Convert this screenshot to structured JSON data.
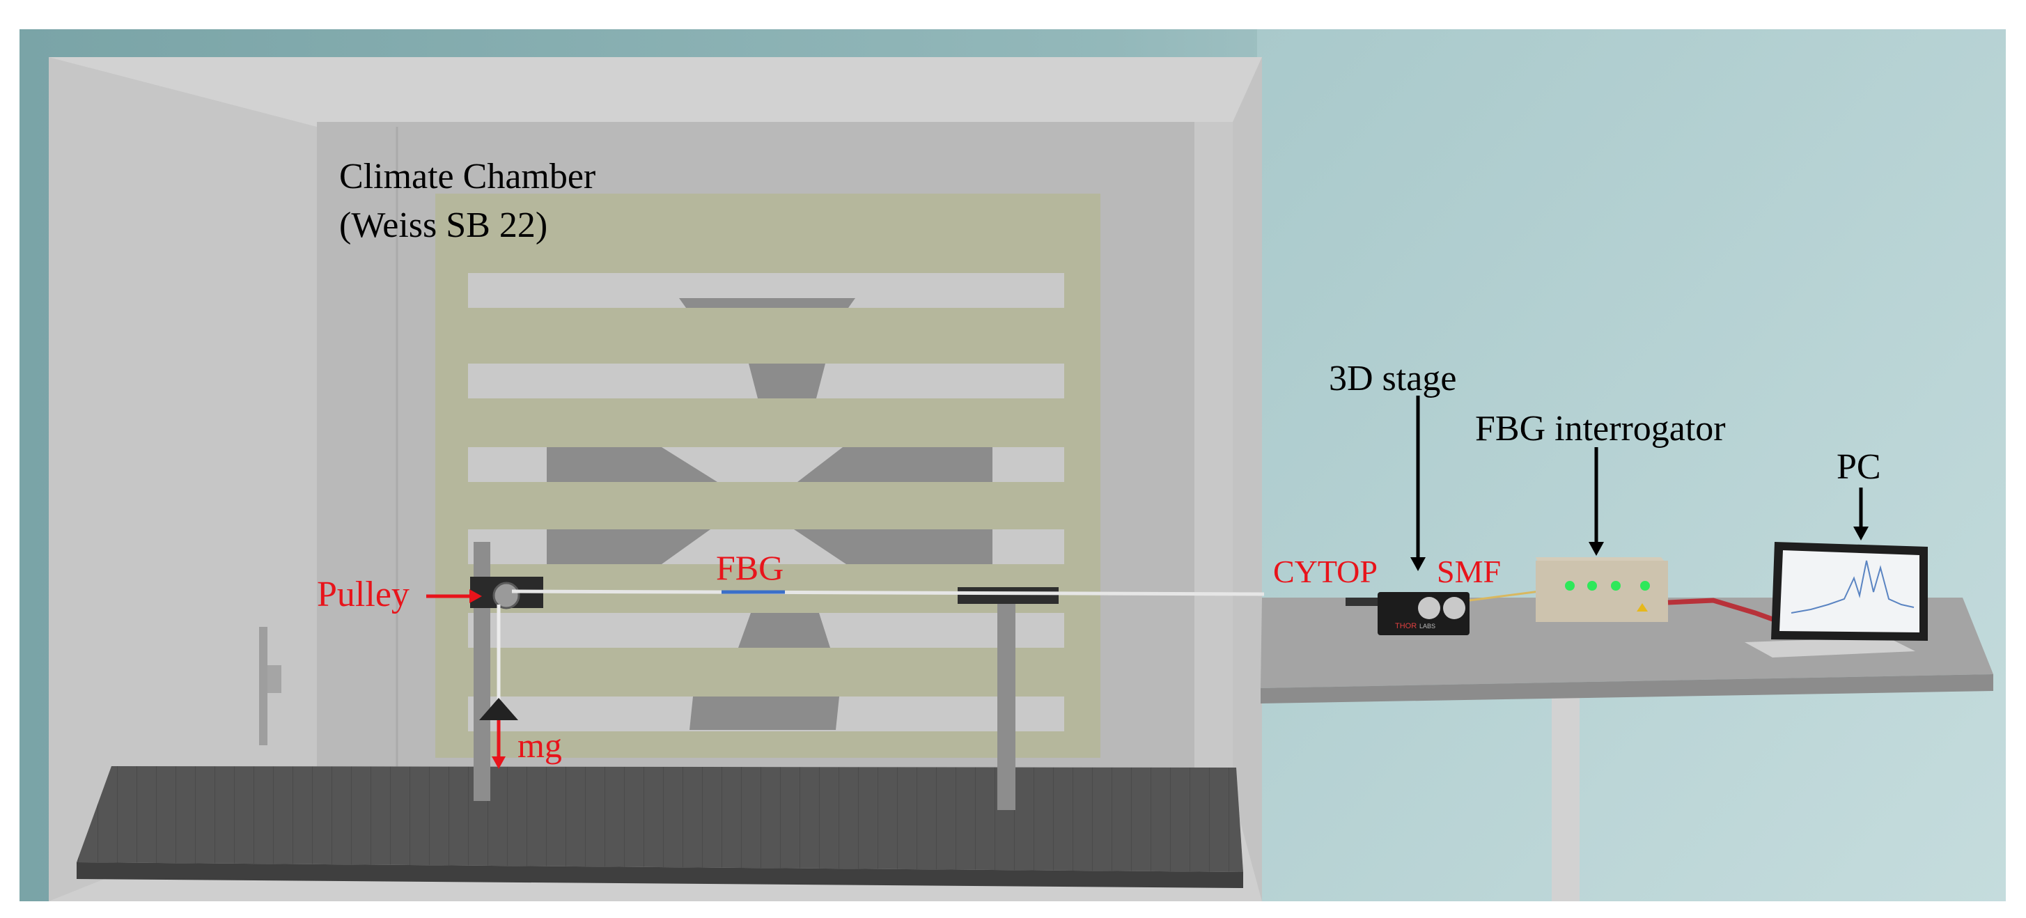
{
  "colors": {
    "annotation_red": "#e8141b",
    "annotation_black": "#000000",
    "background_teal": "#8fb4b6",
    "chamber_grey": "#c0c0c0",
    "inner_panel_khaki": "#b7b99d",
    "optical_table": "#555555",
    "fbg_marker_blue": "#3a6fc9",
    "led_green": "#2ee85a",
    "cable_red": "#b8323a"
  },
  "labels": {
    "chamber_line1": "Climate Chamber",
    "chamber_line2": "(Weiss SB 22)",
    "stage": "3D stage",
    "interrogator": "FBG interrogator",
    "pc": "PC",
    "cytop": "CYTOP",
    "smf": "SMF",
    "fbg": "FBG",
    "pulley": "Pulley",
    "weight": "mg"
  },
  "icons": {
    "stage_logo": "THOR",
    "stage_logo_sub": "LABS"
  }
}
